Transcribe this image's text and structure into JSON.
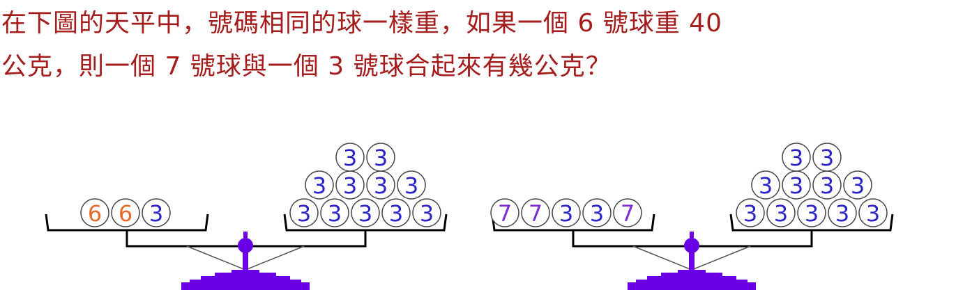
{
  "question": {
    "line1": "在下圖的天平中，號碼相同的球一樣重，如果一個 6 號球重 40",
    "line2": "公克，則一個 7 號球與一個 3 號球合起來有幾公克？"
  },
  "colors": {
    "question_text": "#a51c1c",
    "scale": "#6a00e6",
    "ball_6": "#e86a2a",
    "ball_7": "#7a2fd6",
    "ball_3": "#2a24c8",
    "ball_outline": "#444444",
    "pan": "#000000"
  },
  "scales": [
    {
      "name": "left-scale",
      "left_pan": {
        "rows": [
          [
            "6",
            "6",
            "3"
          ]
        ]
      },
      "right_pan": {
        "rows": [
          [
            "3",
            "3",
            "3",
            "3",
            "3"
          ],
          [
            "3",
            "3",
            "3",
            "3"
          ],
          [
            "3",
            "3"
          ]
        ]
      }
    },
    {
      "name": "right-scale",
      "left_pan": {
        "rows": [
          [
            "7",
            "7",
            "3",
            "3",
            "7"
          ]
        ]
      },
      "right_pan": {
        "rows": [
          [
            "3",
            "3",
            "3",
            "3",
            "3"
          ],
          [
            "3",
            "3",
            "3",
            "3"
          ],
          [
            "3",
            "3"
          ]
        ]
      }
    }
  ]
}
